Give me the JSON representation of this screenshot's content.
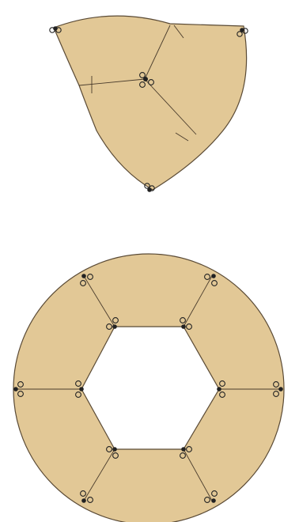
{
  "colors": {
    "background": "#ffffff",
    "fabric": "#e2c896",
    "outline": "#5a4a35",
    "pin": "#222222"
  },
  "figures": {
    "top": {
      "shape": "three-pointed curved piece",
      "pins": [
        "bottom",
        "center-3-way",
        "top-left",
        "top-right"
      ],
      "notches": 3
    },
    "bottom": {
      "shape": "circular ring with hexagonal opening",
      "outer_pins": 6,
      "inner_pins": 6,
      "radial_seams": 6
    }
  },
  "icons": {
    "pin": "safety-pin-icon"
  }
}
